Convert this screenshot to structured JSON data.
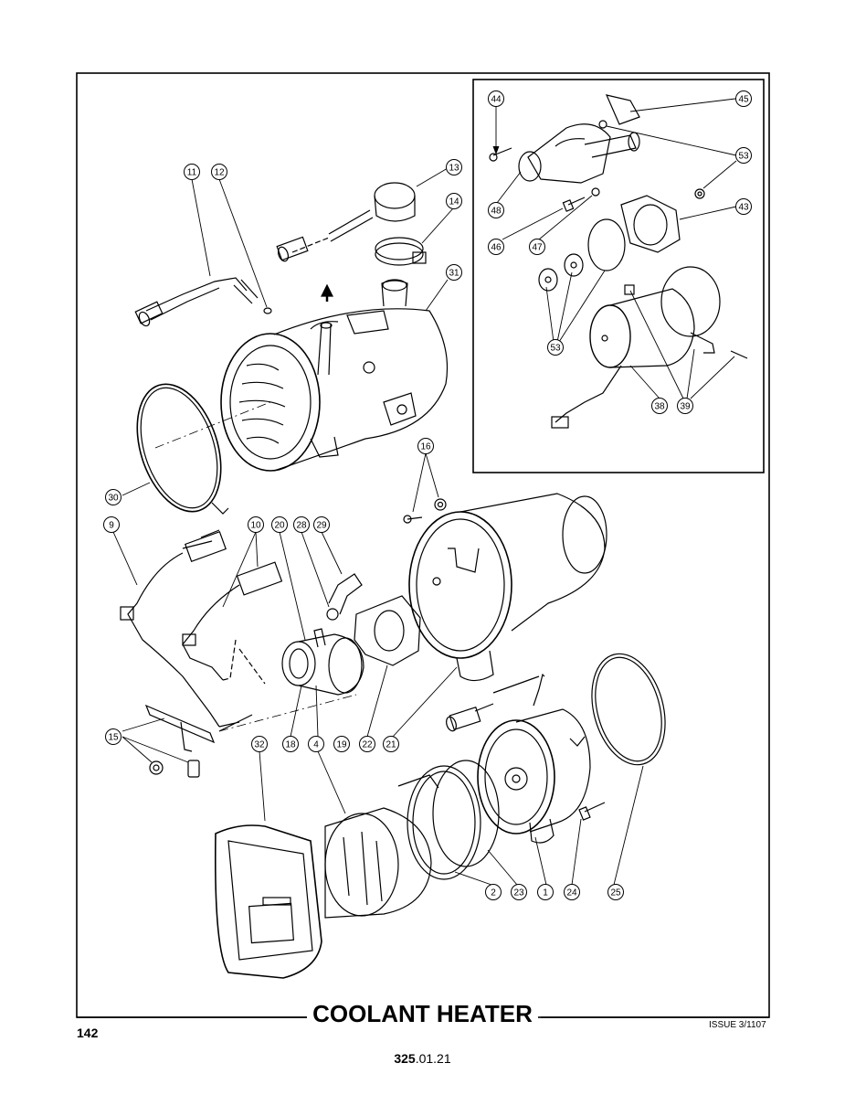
{
  "page": {
    "title": "COOLANT HEATER",
    "page_number": "142",
    "issue": "ISSUE 3/1107",
    "ref_bold": "325",
    "ref_rest": ".01.21"
  },
  "callouts": [
    "1",
    "2",
    "4",
    "9",
    "10",
    "11",
    "12",
    "13",
    "14",
    "15",
    "16",
    "18",
    "19",
    "20",
    "21",
    "22",
    "23",
    "24",
    "25",
    "28",
    "29",
    "30",
    "31",
    "32",
    "38",
    "39",
    "43",
    "44",
    "45",
    "46",
    "47",
    "48",
    "53"
  ]
}
